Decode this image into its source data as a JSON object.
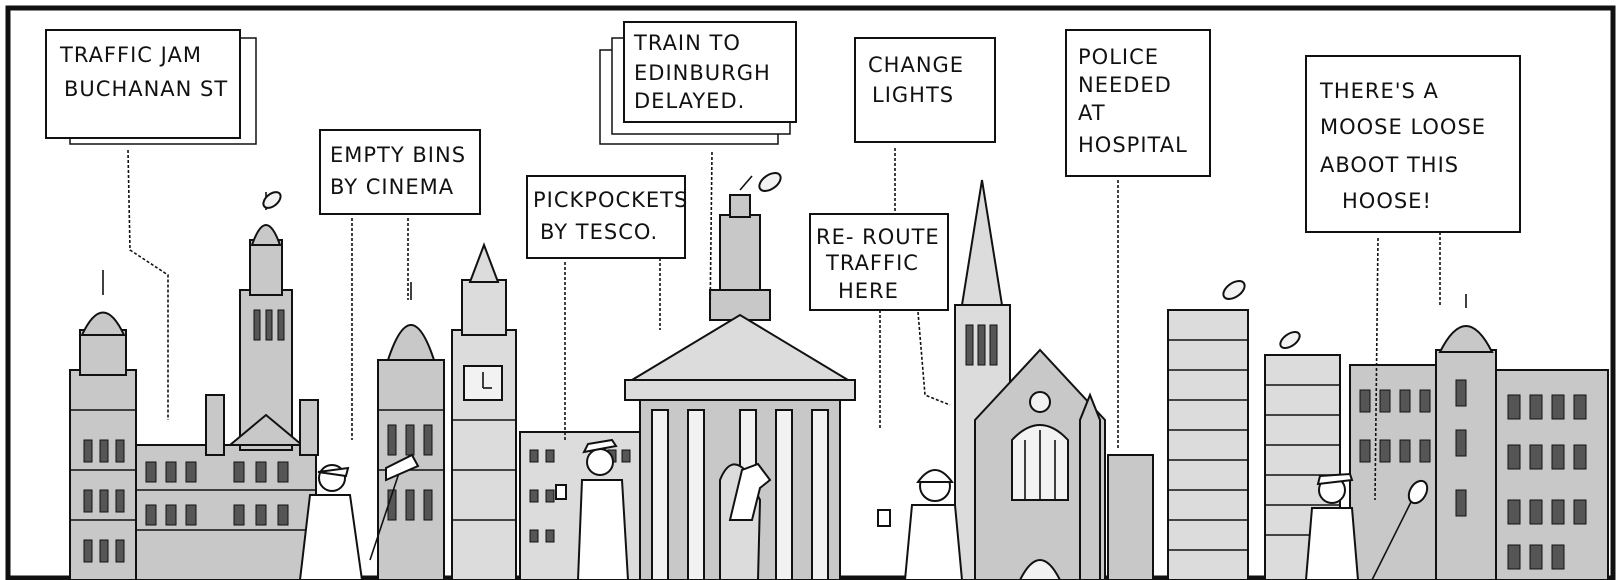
{
  "signs": [
    {
      "id": "traffic-jam",
      "lines": [
        "TRAFFIC JAM",
        "BUCHANAN ST"
      ]
    },
    {
      "id": "empty-bins",
      "lines": [
        "EMPTY BINS",
        "BY CINEMA"
      ]
    },
    {
      "id": "pickpockets",
      "lines": [
        "PICKPOCKETS",
        "BY TESCO."
      ]
    },
    {
      "id": "train",
      "lines": [
        "TRAIN TO",
        "EDINBURGH",
        "DELAYED."
      ]
    },
    {
      "id": "reroute",
      "lines": [
        "RE- ROUTE",
        "TRAFFIC",
        "HERE"
      ]
    },
    {
      "id": "change-lights",
      "lines": [
        "CHANGE",
        "LIGHTS"
      ]
    },
    {
      "id": "police",
      "lines": [
        "POLICE",
        "NEEDED",
        "AT",
        "HOSPITAL"
      ]
    },
    {
      "id": "moose",
      "lines": [
        "THERE'S A",
        "MOOSE LOOSE",
        "ABOOT THIS",
        "HOOSE!"
      ]
    }
  ]
}
